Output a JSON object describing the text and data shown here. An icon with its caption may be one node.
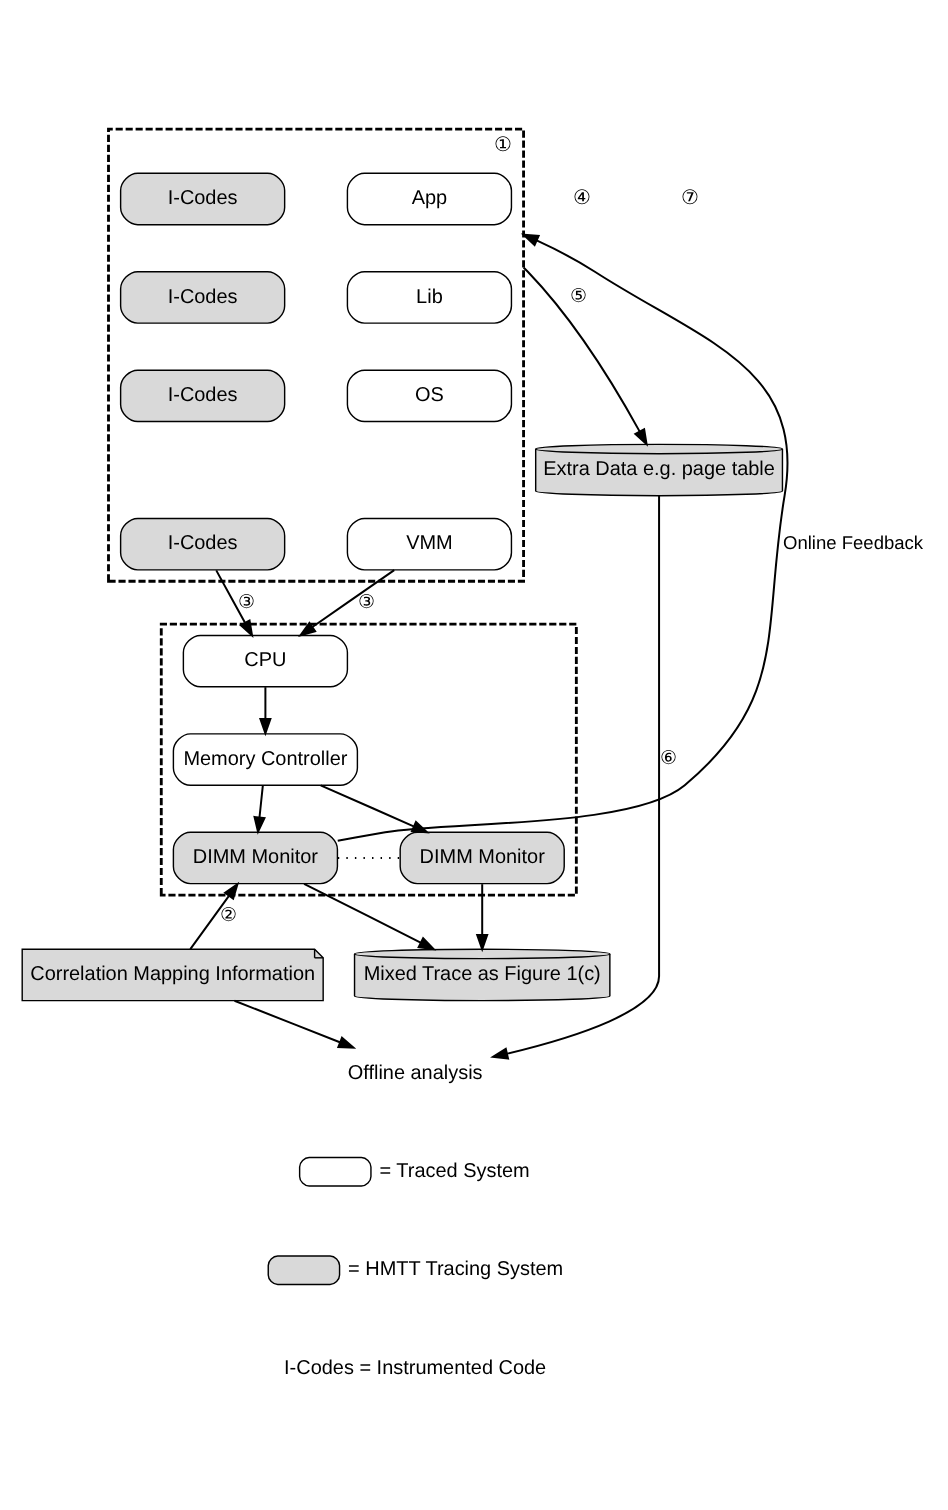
{
  "diagram": {
    "nodes": [
      {
        "text": [],
        "shape": "box",
        "beside": [
          "①"
        ]
      },
      {
        "text": [
          "App"
        ],
        "in": 0
      },
      {
        "text": [
          "I-Codes"
        ],
        "in": 0
      },
      {
        "text": [
          "Lib"
        ],
        "in": 0
      },
      {
        "text": [
          "I-Codes"
        ],
        "in": 0
      },
      {
        "text": [
          "OS"
        ],
        "in": 0
      },
      {
        "text": [
          "I-Codes"
        ],
        "in": 0
      },
      {
        "text": [
          "VMM"
        ],
        "in": 0
      },
      {
        "text": [
          "I-Codes"
        ],
        "in": 0
      },
      {
        "text": [],
        "shape": "box"
      },
      {
        "text": [
          "CPU"
        ],
        "in": 9
      },
      {
        "text": [
          "Memory Controller"
        ],
        "in": 9
      },
      {
        "text": [
          "DIMM Monitor"
        ],
        "in": 9
      },
      {
        "text": [
          "DIMM Monitor"
        ],
        "in": 9
      },
      {
        "text": [
          "Correlation Mapping Information"
        ]
      },
      {
        "text": [
          "Mixed Trace as Figure 1(c)"
        ]
      },
      {
        "text": [
          "Extra Data e.g. page table"
        ]
      },
      {
        "text": [
          "Offline analysis"
        ]
      }
    ],
    "edges": [
      {
        "from": 7,
        "to": 10,
        "arrow": "to",
        "label": "③"
      },
      {
        "from": 8,
        "to": 10,
        "arrow": "to",
        "label": "③"
      },
      {
        "from": 10,
        "to": 11,
        "arrow": "to"
      },
      {
        "from": 11,
        "to": 12,
        "arrow": "to"
      },
      {
        "from": 11,
        "to": 13,
        "arrow": "to"
      },
      {
        "from": 12,
        "to": 13,
        "arrow": "none",
        "style": "dashed"
      },
      {
        "from": 12,
        "to": 0,
        "arrow": "to",
        "label": "Online Feedback"
      },
      {
        "from": 14,
        "to": 12,
        "arrow": "to",
        "label": "②"
      },
      {
        "from": 12,
        "to": 15,
        "arrow": "to"
      },
      {
        "from": 13,
        "to": 15,
        "arrow": "to"
      },
      {
        "from": 0,
        "to": 16,
        "arrow": "to",
        "label": "⑤"
      },
      {
        "from": 14,
        "to": 17,
        "arrow": "to"
      },
      {
        "from": 16,
        "to": 17,
        "arrow": "to",
        "label": "⑥"
      }
    ],
    "labels": [
      "④",
      "⑦",
      "I-Codes = Instrumented Code"
    ],
    "legend": [
      {
        "text": "= Traced System",
        "color": "#ffffff"
      },
      {
        "text": "= HMTT Tracing System",
        "color": "#d9d9d9"
      }
    ]
  }
}
